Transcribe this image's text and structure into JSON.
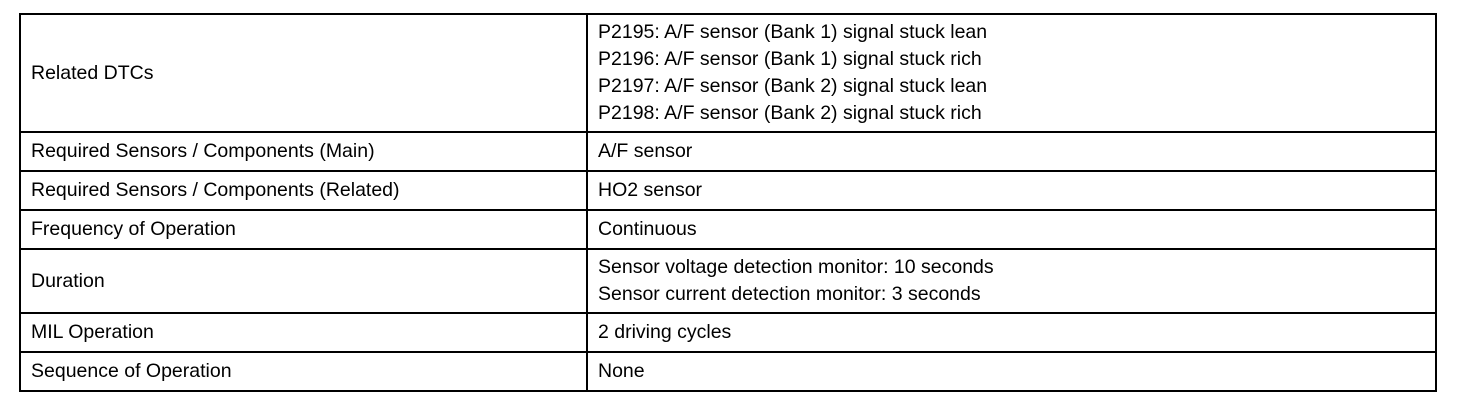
{
  "rows": [
    {
      "label": "Related DTCs",
      "values": [
        "P2195: A/F sensor (Bank 1) signal stuck lean",
        "P2196: A/F sensor (Bank 1) signal stuck rich",
        "P2197: A/F sensor (Bank 2) signal stuck lean",
        "P2198: A/F sensor (Bank 2) signal stuck rich"
      ]
    },
    {
      "label": "Required Sensors / Components (Main)",
      "values": [
        "A/F sensor"
      ]
    },
    {
      "label": "Required Sensors / Components (Related)",
      "values": [
        "HO2 sensor"
      ]
    },
    {
      "label": "Frequency of Operation",
      "values": [
        "Continuous"
      ]
    },
    {
      "label": "Duration",
      "values": [
        "Sensor voltage detection monitor: 10 seconds",
        "Sensor current detection monitor: 3 seconds"
      ]
    },
    {
      "label": "MIL Operation",
      "values": [
        "2 driving cycles"
      ]
    },
    {
      "label": "Sequence of Operation",
      "values": [
        "None"
      ]
    }
  ]
}
